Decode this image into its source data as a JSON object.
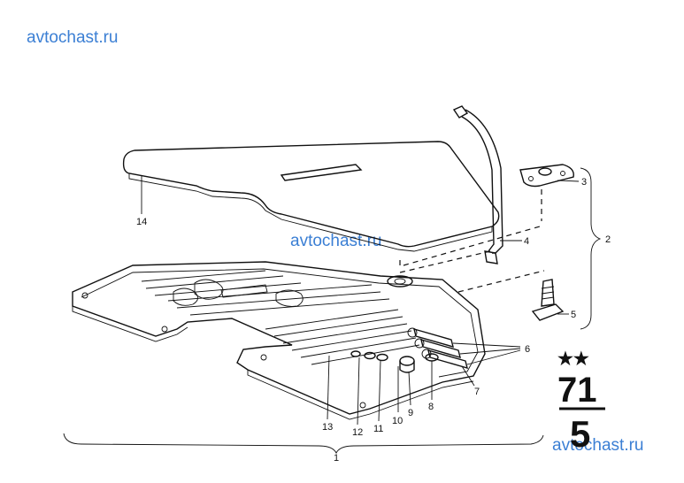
{
  "watermarks": {
    "top_left": "avtochast.ru",
    "center": "avtochast.ru",
    "bottom_right": "avtochast.ru"
  },
  "callouts": {
    "c1": "1",
    "c2": "2",
    "c3": "3",
    "c4": "4",
    "c5": "5",
    "c6": "6",
    "c7": "7",
    "c8": "8",
    "c9": "9",
    "c10": "10",
    "c11": "11",
    "c12": "12",
    "c13": "13",
    "c14": "14"
  },
  "group_code": {
    "stars": "★★",
    "main": "71",
    "sub": "5"
  }
}
